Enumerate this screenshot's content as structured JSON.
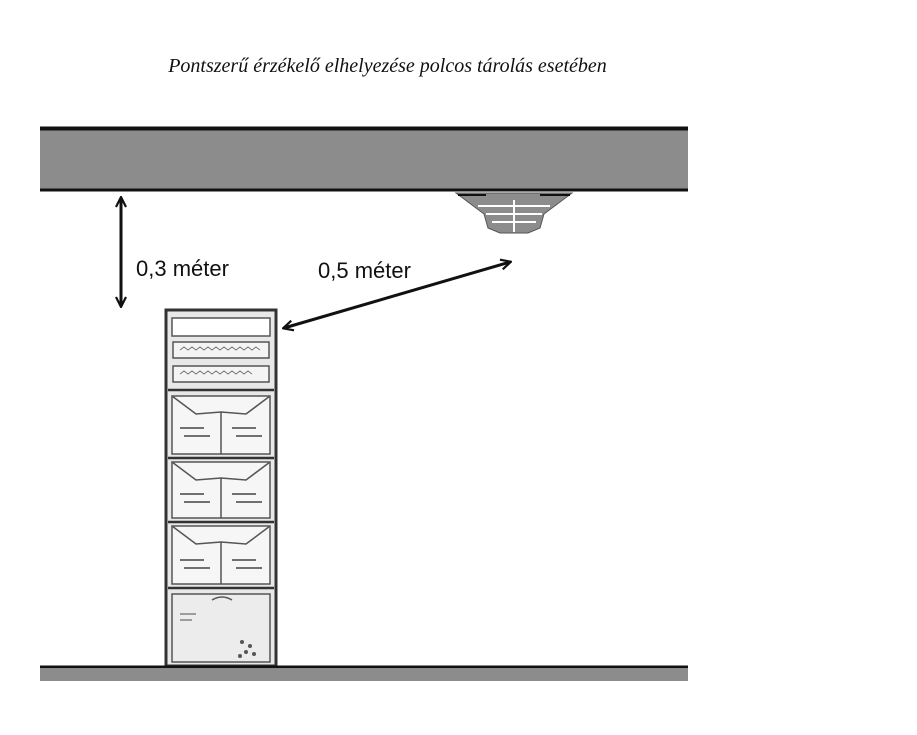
{
  "title": "Pontszerű érzékelő elhelyezése polcos tárolás esetében",
  "labels": {
    "vertical_distance": "0,3 méter",
    "diagonal_distance": "0,5 méter"
  },
  "colors": {
    "ceiling": "#8c8c8c",
    "floor": "#8c8c8c",
    "outline": "#111111",
    "shelf_fill": "#dcdcdc",
    "detector": "#8c8c8c"
  }
}
